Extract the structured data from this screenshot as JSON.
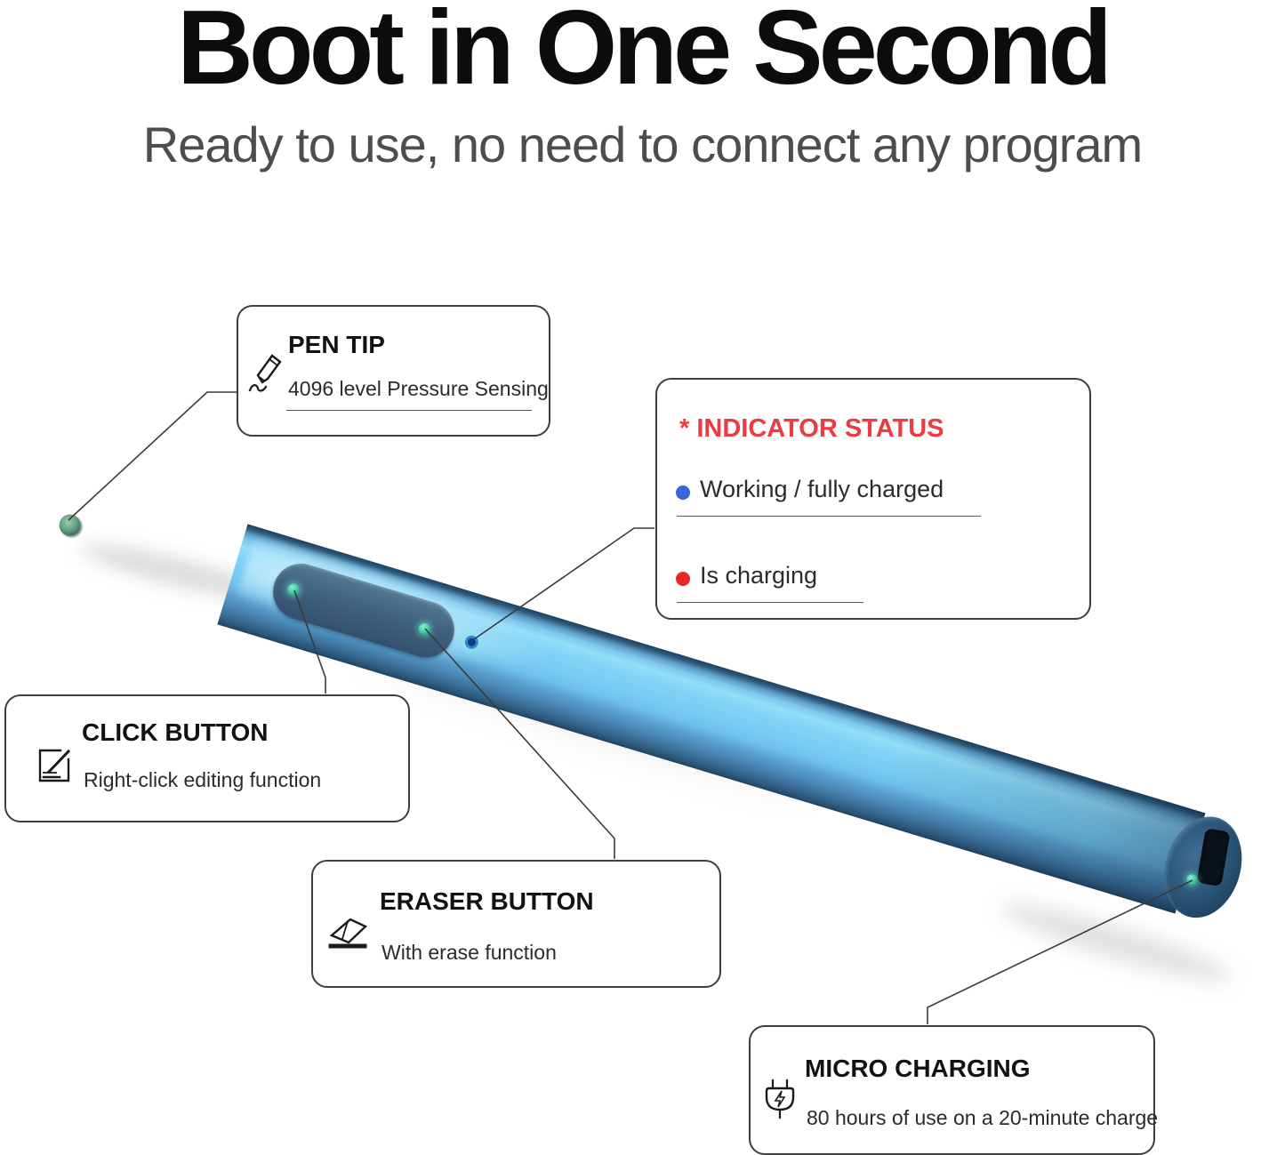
{
  "header": {
    "title": "Boot in One Second",
    "subtitle": "Ready to use, no need to connect any program"
  },
  "callouts": {
    "pen_tip": {
      "icon": "pen-writing-icon",
      "title": "PEN TIP",
      "description": "4096 level Pressure Sensing"
    },
    "indicator_status": {
      "title": "* INDICATOR STATUS",
      "title_color": "#ee3a40",
      "items": [
        {
          "label": "Working / fully charged",
          "color": "#3a63d8"
        },
        {
          "label": "Is charging",
          "color": "#e8262c"
        }
      ]
    },
    "click_button": {
      "icon": "edit-square-icon",
      "title": "CLICK BUTTON",
      "description": "Right-click editing function"
    },
    "eraser_button": {
      "icon": "eraser-icon",
      "title": "ERASER BUTTON",
      "description": "With erase function"
    },
    "micro_charging": {
      "icon": "charging-plug-icon",
      "title": "MICRO CHARGING",
      "description": "80 hours of use on a 20-minute charge"
    }
  },
  "pen_colors": {
    "body_light_blue": "#7ccff4",
    "facet_dark_blue": "#2c5474",
    "cone_steel_blue": "#4b7895",
    "button_pill": "#40617f",
    "feature_dot_green": "#39cb9e",
    "indicator_ring_blue": "#3b82d6",
    "nib_green": "#64a183"
  }
}
